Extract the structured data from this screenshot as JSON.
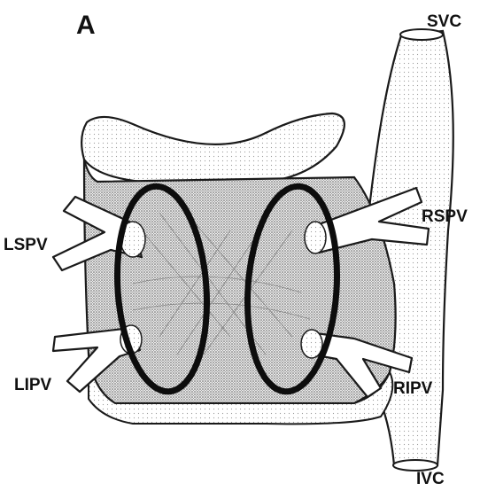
{
  "figure": {
    "panel_letter": "A",
    "labels": {
      "svc": "SVC",
      "ivc": "IVC",
      "lspv": "LSPV",
      "lipv": "LIPV",
      "rspv": "RSPV",
      "ripv": "RIPV"
    },
    "colors": {
      "outline": "#1a1a1a",
      "stipple": "#8c8c8c",
      "ring": "#0d0d0d",
      "background": "#ffffff"
    }
  }
}
